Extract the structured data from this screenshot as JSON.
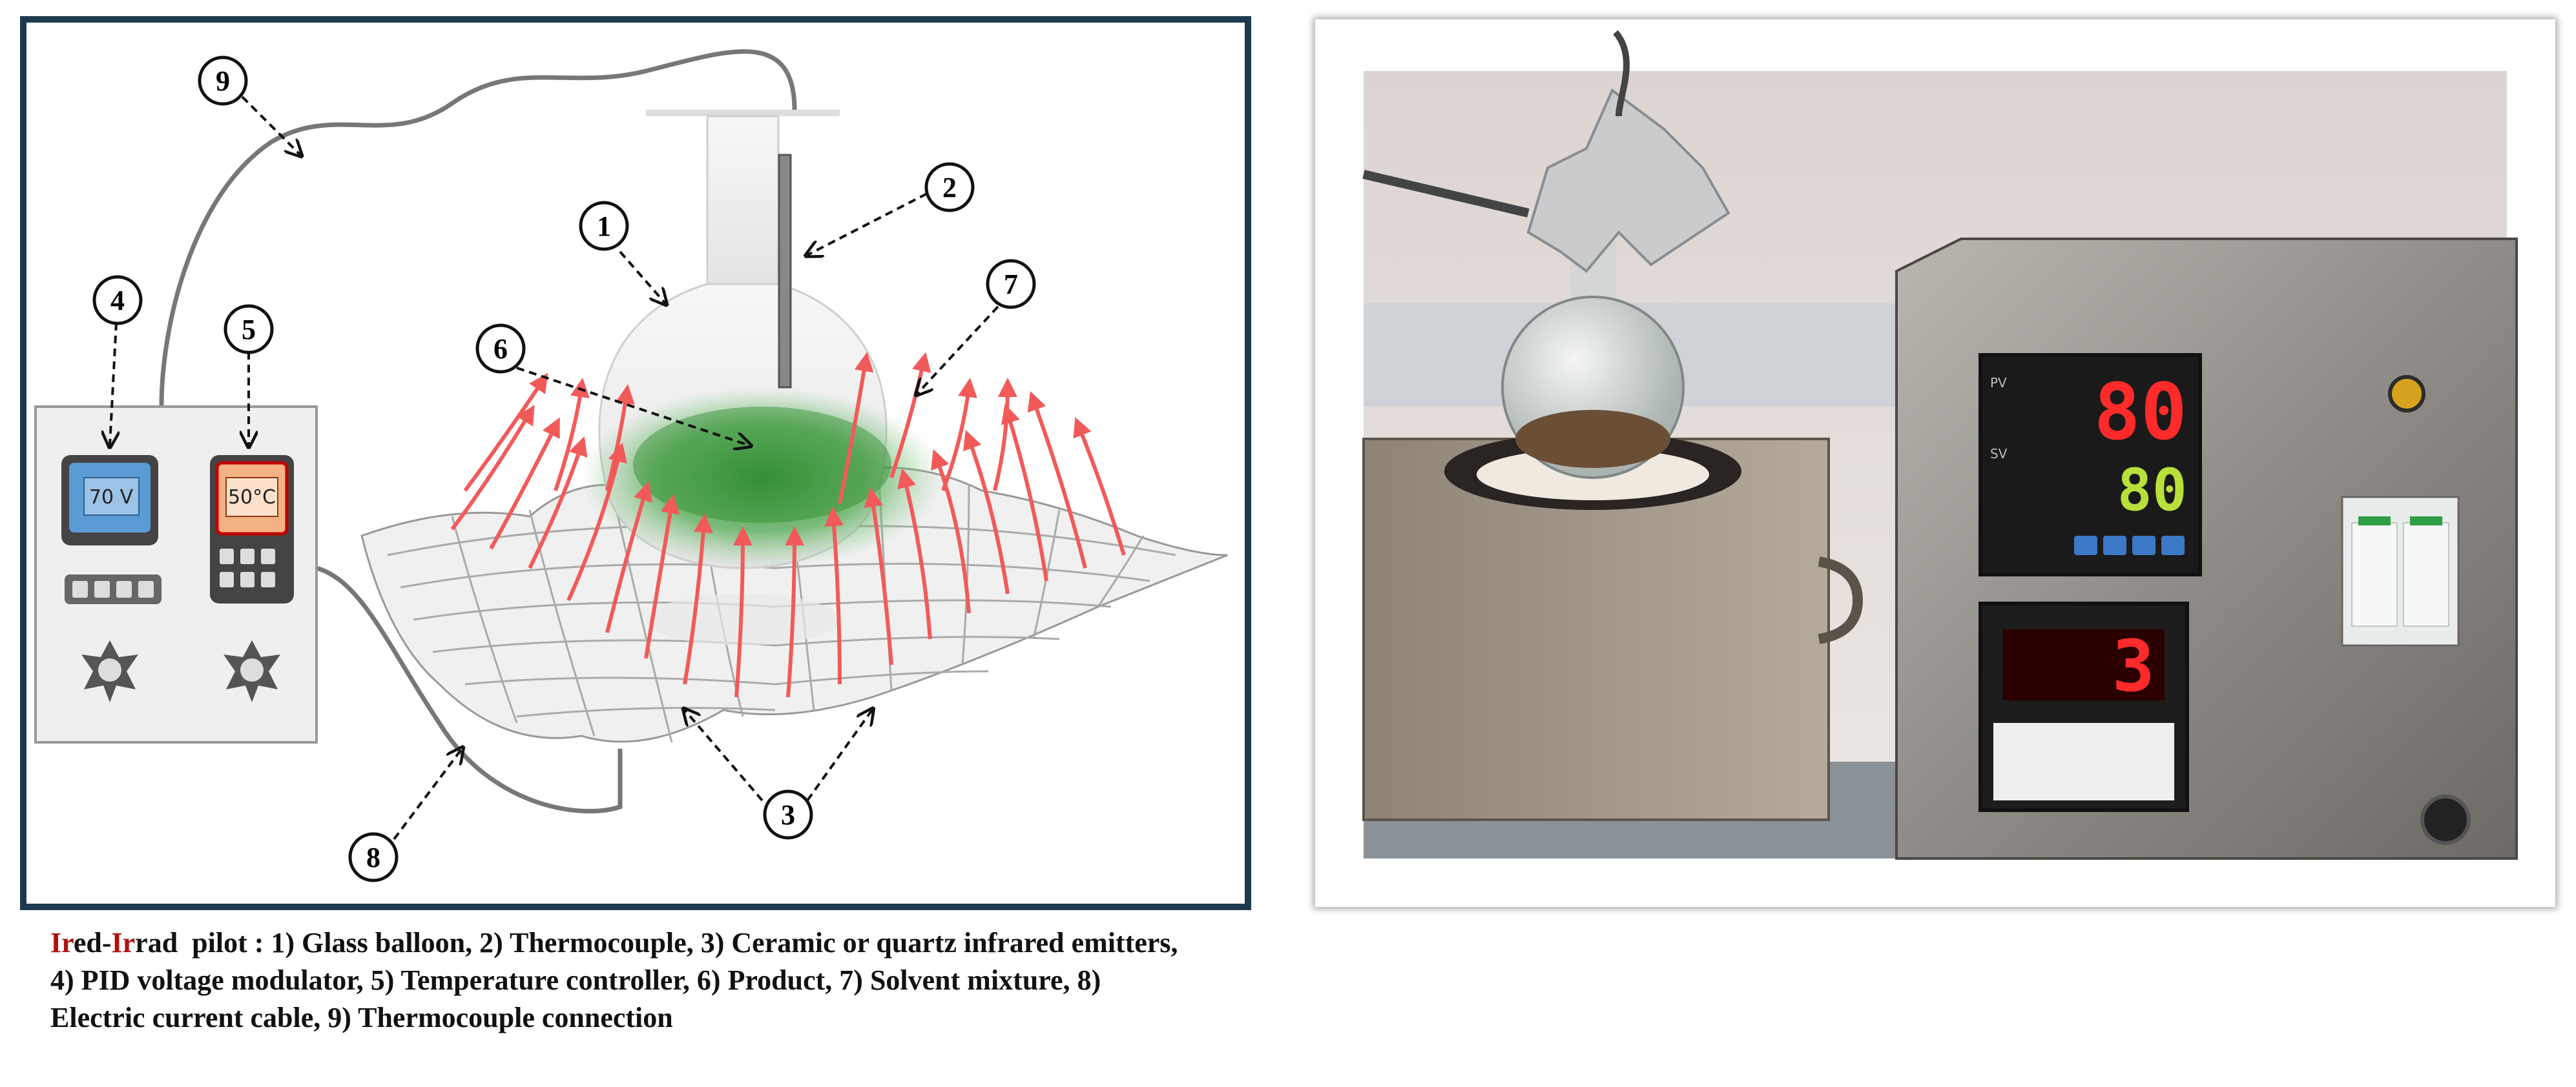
{
  "diagram": {
    "labels": [
      "1",
      "2",
      "3",
      "4",
      "5",
      "6",
      "7",
      "8",
      "9"
    ],
    "voltage_readout": "70 V",
    "temperature_readout": "50°C"
  },
  "photo": {
    "pv_value": "80",
    "sv_value": "80",
    "voltage_display": "3"
  },
  "caption": {
    "brand_part1": "Ir",
    "brand_part2": "ed-",
    "brand_part3": "Ir",
    "brand_part4": "rad",
    "text": "  pilot : 1) Glass balloon, 2) Thermocouple, 3) Ceramic or quartz infrared emitters, 4) PID voltage modulator, 5) Temperature controller, 6) Product, 7) Solvent mixture, 8) Electric current cable, 9) Thermocouple connection"
  },
  "colors": {
    "frame": "#1f3a4f",
    "ray": "#f25a5a",
    "product": "#3a9a3a",
    "voltage_panel": "#5b9bd5",
    "temp_panel": "#f4b183"
  }
}
